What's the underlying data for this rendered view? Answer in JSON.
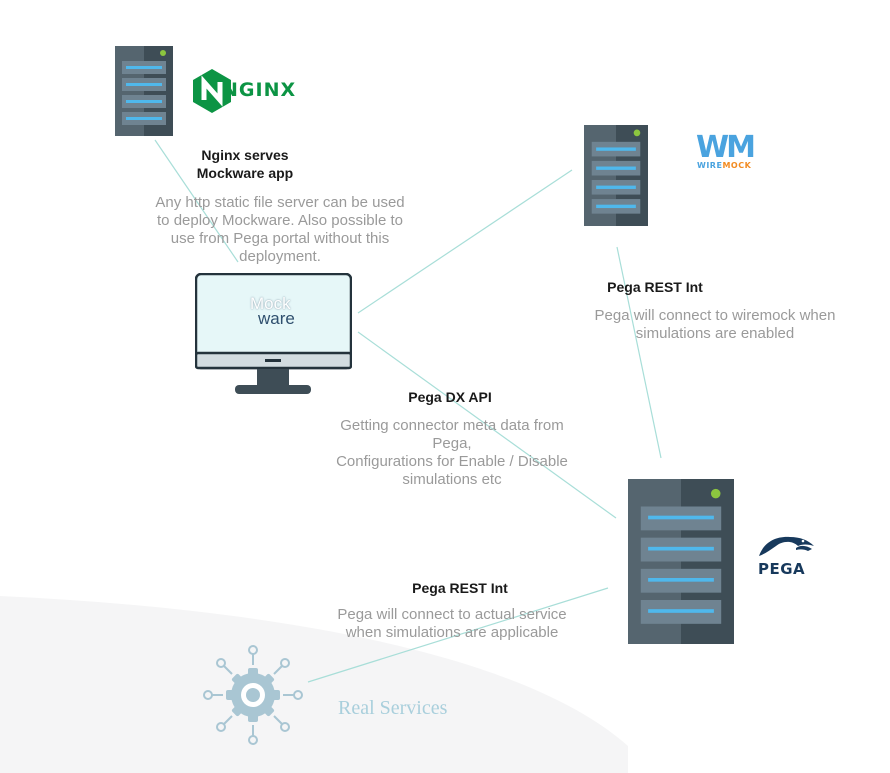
{
  "nginx": {
    "logo_text": "NGINX",
    "title": "Nginx serves\nMockware app",
    "description": "Any http static file server can be used\nto deploy Mockware. Also possible to\nuse from Pega portal without this\ndeployment."
  },
  "wiremock": {
    "logo_top": "WM",
    "logo_bottom_left": "WIRE",
    "logo_bottom_right": "MOCK"
  },
  "monitor": {
    "screen_line1": "Mock",
    "screen_line2": "ware"
  },
  "rest_int_wiremock": {
    "title": "Pega REST Int",
    "description": "Pega will connect to wiremock when\nsimulations are enabled"
  },
  "dx_api": {
    "title": "Pega DX API",
    "description": "Getting connector meta data from\nPega,\nConfigurations for Enable / Disable\nsimulations etc"
  },
  "rest_int_actual": {
    "title": "Pega REST Int",
    "description": "Pega will connect to actual service\nwhen simulations are applicable"
  },
  "pega": {
    "logo_text": "PEGA"
  },
  "real_services": {
    "label": "Real Services"
  },
  "colors": {
    "connector": "#a8ded8",
    "server_dark": "#3e4d56",
    "server_light": "#55656f",
    "server_slot": "#6f8391",
    "server_led": "#4fb8ec",
    "nginx_green": "#0c9444",
    "wiremock_blue": "#4aa3df",
    "wiremock_orange": "#f28b21",
    "pega_navy": "#17395c"
  }
}
